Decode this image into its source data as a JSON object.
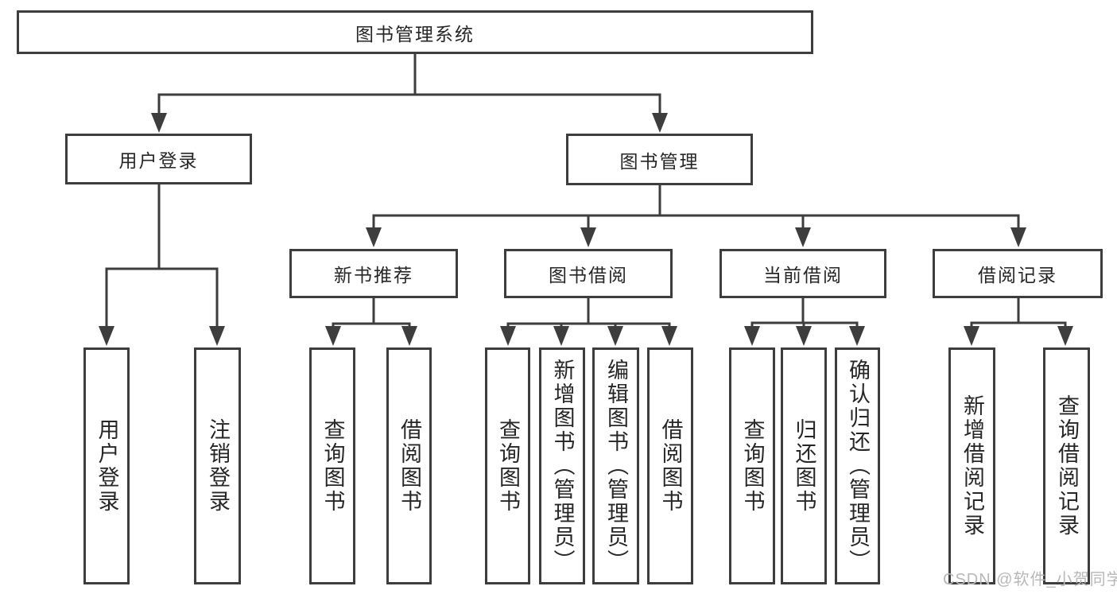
{
  "colors": {
    "line": "#3d3d3d",
    "text": "#262626",
    "background": "#ffffff",
    "watermark": "#b8b8b8"
  },
  "watermark": "CSDN @软件_小贺同学",
  "tree": {
    "label": "图书管理系统",
    "children": [
      {
        "label": "用户登录",
        "children": [
          {
            "label": "用户登录"
          },
          {
            "label": "注销登录"
          }
        ]
      },
      {
        "label": "图书管理",
        "children": [
          {
            "label": "新书推荐",
            "children": [
              {
                "label": "查询图书"
              },
              {
                "label": "借阅图书"
              }
            ]
          },
          {
            "label": "图书借阅",
            "children": [
              {
                "label": "查询图书"
              },
              {
                "label": "新增图书（管理员）"
              },
              {
                "label": "编辑图书（管理员）"
              },
              {
                "label": "借阅图书"
              }
            ]
          },
          {
            "label": "当前借阅",
            "children": [
              {
                "label": "查询图书"
              },
              {
                "label": "归还图书"
              },
              {
                "label": "确认归还（管理员）"
              }
            ]
          },
          {
            "label": "借阅记录",
            "children": [
              {
                "label": "新增借阅记录"
              },
              {
                "label": "查询借阅记录"
              }
            ]
          }
        ]
      }
    ]
  }
}
